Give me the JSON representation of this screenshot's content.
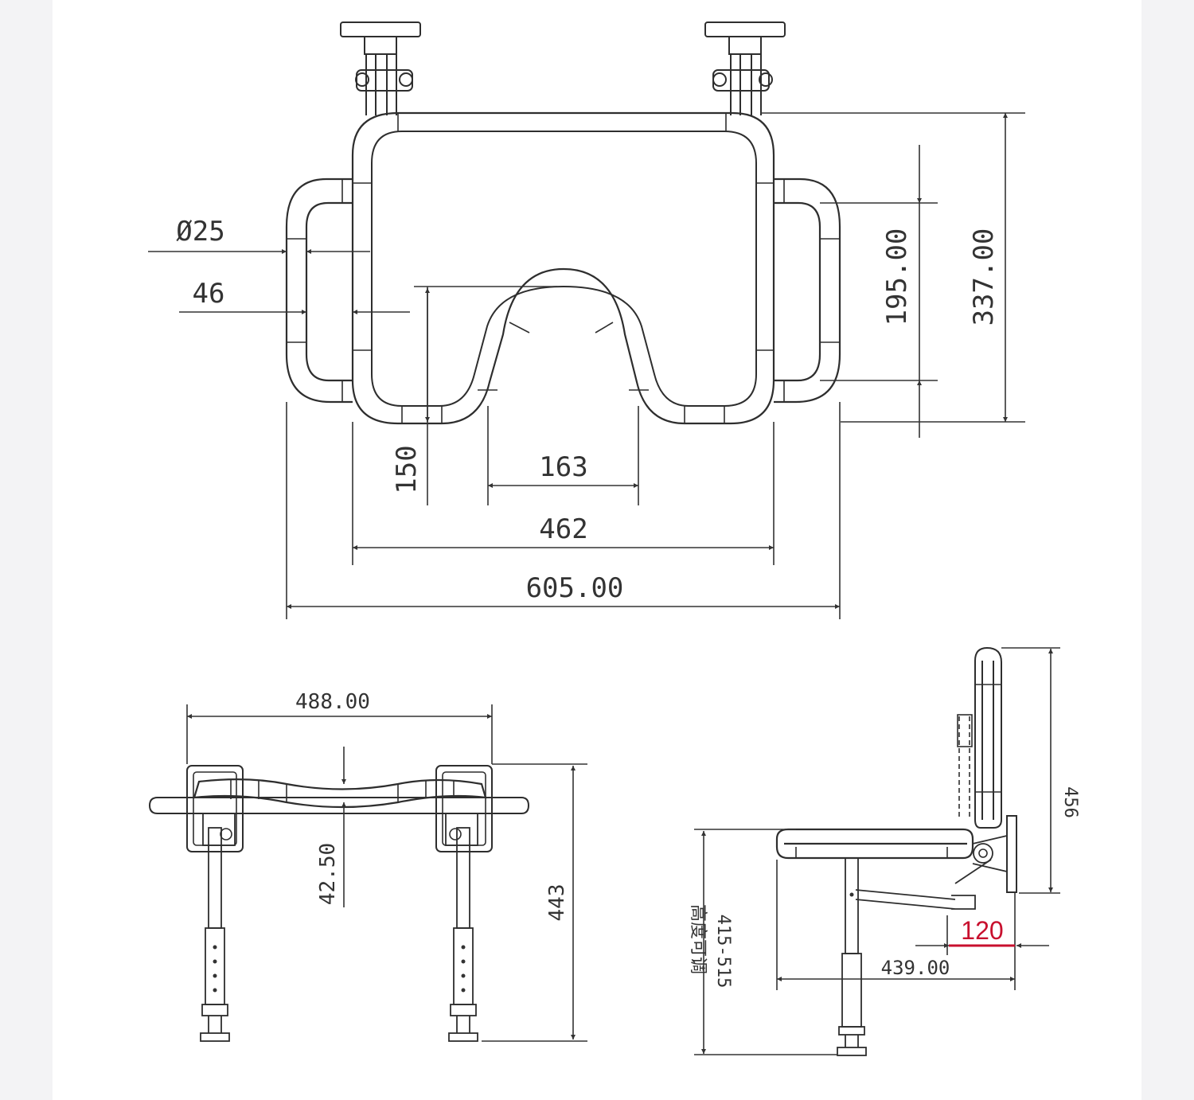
{
  "colors": {
    "line": "#2e2e2e",
    "highlight": "#c8102e",
    "background": "#ffffff",
    "margin": "#f3f3f5"
  },
  "top_view": {
    "dim_tube_diameter": "Ø25",
    "dim_arm_gap": "46",
    "dim_cutout_depth": "150",
    "dim_cutout_width": "163",
    "dim_seat_width": "462",
    "dim_overall_width": "605.00",
    "dim_seat_depth": "195.00",
    "dim_overall_depth": "337.00"
  },
  "front_view": {
    "dim_width": "488.00",
    "dim_curve": "42.50",
    "dim_height": "443"
  },
  "side_view": {
    "dim_folded_height": "456",
    "dim_wall_offset": "120",
    "dim_depth": "439.00",
    "dim_height_range": "415-515",
    "adjustable_label": "高度可调"
  }
}
